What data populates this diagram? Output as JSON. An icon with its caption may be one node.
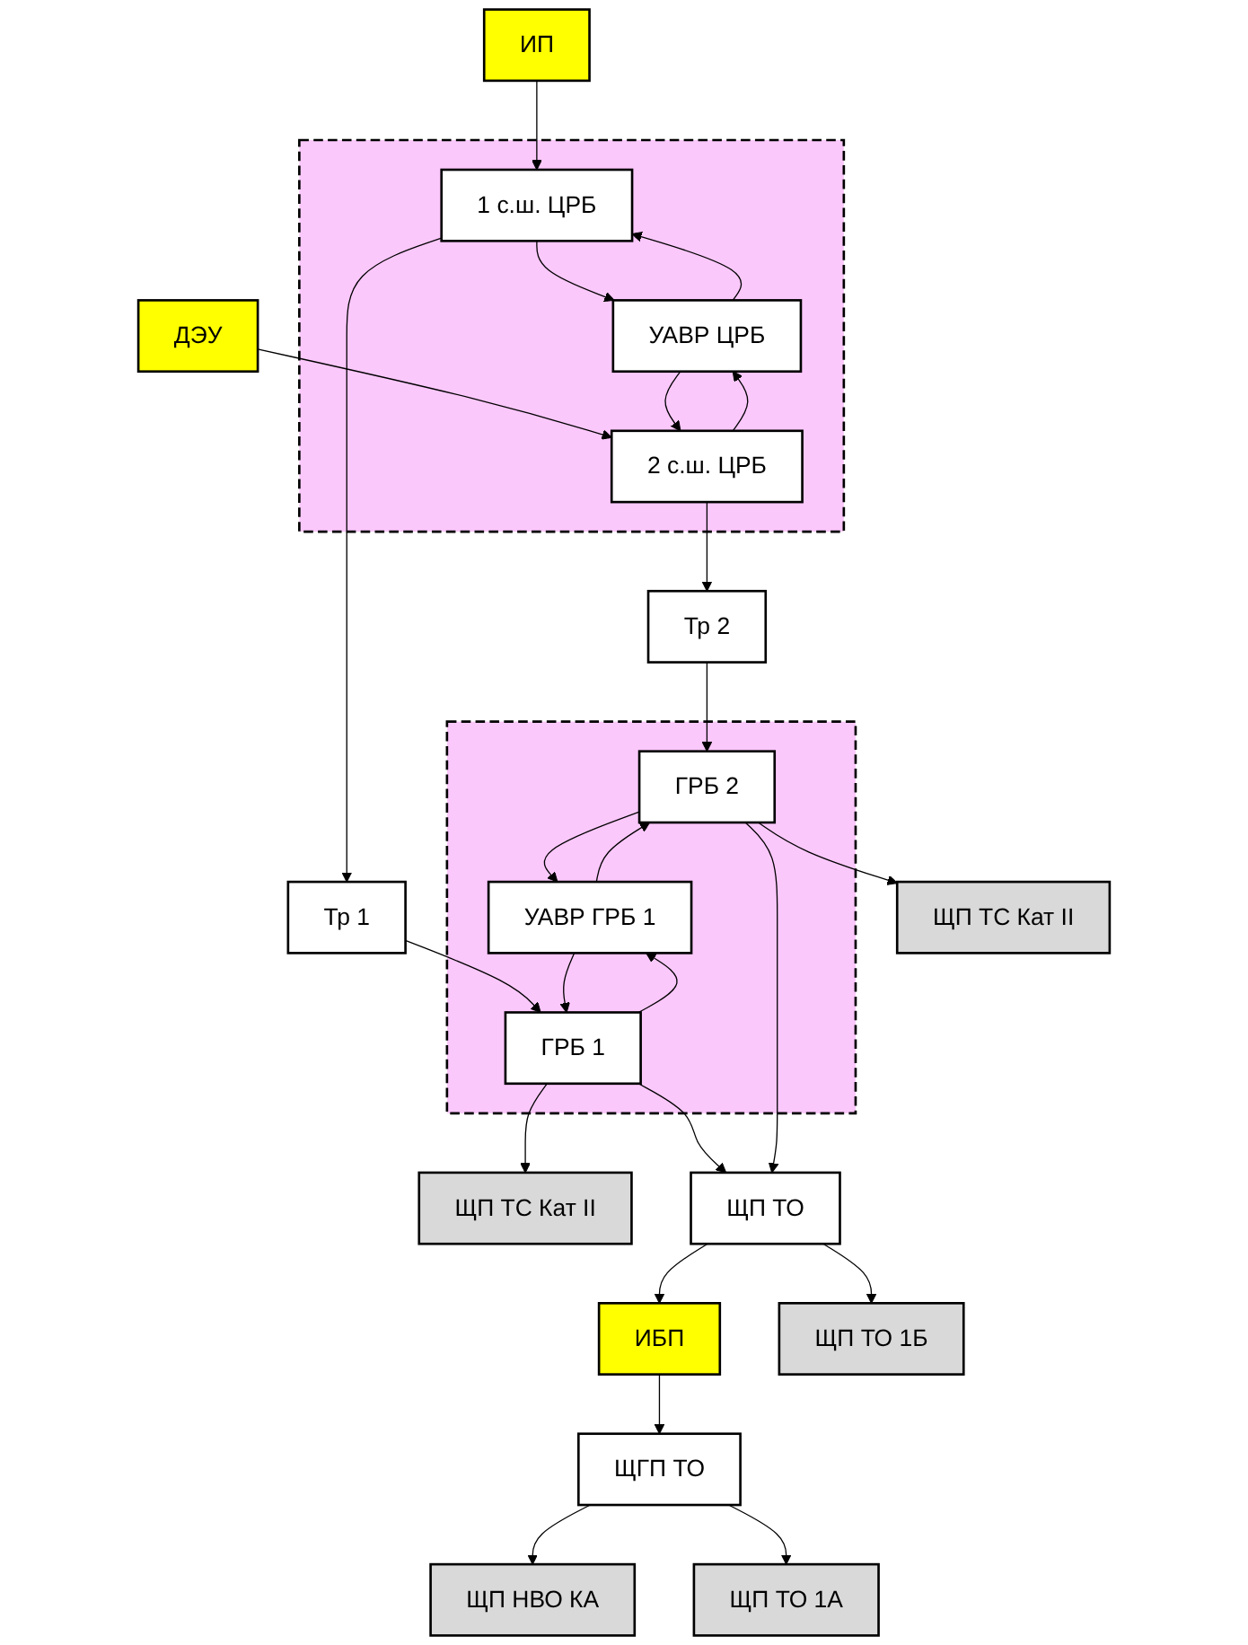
{
  "diagram": {
    "nodes": [
      {
        "text": [
          "ИП"
        ]
      },
      {
        "text": [
          "ДЭУ"
        ]
      },
      {
        "text": [],
        "shape": "box"
      },
      {
        "text": [
          "1 с.ш. ЦРБ"
        ],
        "in": 2
      },
      {
        "text": [
          "УАВР ЦРБ"
        ],
        "in": 2
      },
      {
        "text": [
          "2 с.ш. ЦРБ"
        ],
        "in": 2
      },
      {
        "text": [
          "Тр 1"
        ]
      },
      {
        "text": [
          "Тр 2"
        ]
      },
      {
        "text": [],
        "shape": "box"
      },
      {
        "text": [
          "ГРБ 1"
        ],
        "in": 8
      },
      {
        "text": [
          "УАВР ГРБ 1"
        ],
        "in": 8
      },
      {
        "text": [
          "ГРБ 2"
        ],
        "in": 8
      },
      {
        "text": [
          "ЩП ТС Кат II"
        ]
      },
      {
        "text": [
          "ЩП ТО"
        ]
      },
      {
        "text": [
          "ЩП ТС Кат II"
        ]
      },
      {
        "text": [
          "ИБП"
        ]
      },
      {
        "text": [
          "ЩП ТО 1Б"
        ]
      },
      {
        "text": [
          "ЩГП ТО"
        ]
      },
      {
        "text": [
          "ЩП НВО КА"
        ]
      },
      {
        "text": [
          "ЩП ТО 1А"
        ]
      }
    ],
    "edges": [
      {
        "from": 0,
        "to": 3,
        "arrow": "to"
      },
      {
        "from": 1,
        "to": 5,
        "arrow": "to"
      },
      {
        "from": 4,
        "to": 3,
        "arrow": "to"
      },
      {
        "from": 3,
        "to": 4,
        "arrow": "to"
      },
      {
        "from": 5,
        "to": 4,
        "arrow": "to"
      },
      {
        "from": 4,
        "to": 5,
        "arrow": "to"
      },
      {
        "from": 3,
        "to": 6,
        "arrow": "to"
      },
      {
        "from": 5,
        "to": 7,
        "arrow": "to"
      },
      {
        "from": 6,
        "to": 9,
        "arrow": "to"
      },
      {
        "from": 7,
        "to": 11,
        "arrow": "to"
      },
      {
        "from": 9,
        "to": 10,
        "arrow": "to"
      },
      {
        "from": 10,
        "to": 9,
        "arrow": "to"
      },
      {
        "from": 11,
        "to": 10,
        "arrow": "to"
      },
      {
        "from": 10,
        "to": 11,
        "arrow": "to"
      },
      {
        "from": 9,
        "to": 12,
        "arrow": "to"
      },
      {
        "from": 9,
        "to": 13,
        "arrow": "to"
      },
      {
        "from": 11,
        "to": 13,
        "arrow": "to"
      },
      {
        "from": 11,
        "to": 14,
        "arrow": "to"
      },
      {
        "from": 13,
        "to": 15,
        "arrow": "to"
      },
      {
        "from": 13,
        "to": 16,
        "arrow": "to"
      },
      {
        "from": 15,
        "to": 17,
        "arrow": "to"
      },
      {
        "from": 17,
        "to": 18,
        "arrow": "to"
      },
      {
        "from": 17,
        "to": 19,
        "arrow": "to"
      }
    ]
  }
}
